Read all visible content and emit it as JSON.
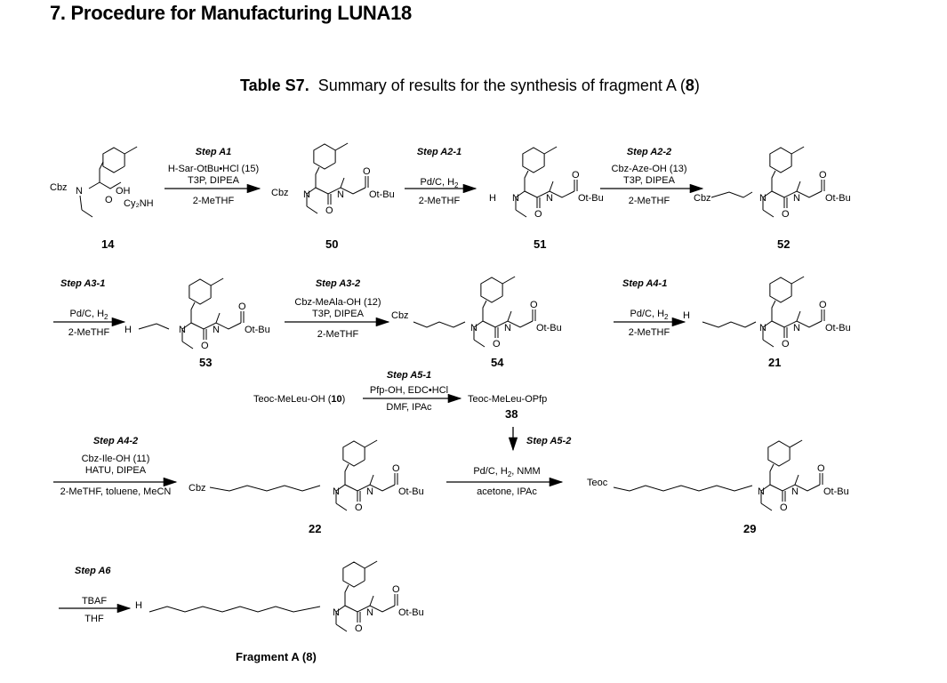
{
  "section_title": "7.  Procedure for Manufacturing LUNA18",
  "table": {
    "label": "Table S7.",
    "caption": "Summary of results for the synthesis of fragment A (",
    "caption_bold": "8",
    "caption_end": ")"
  },
  "steps": [
    {
      "id": "A1",
      "title": "Step A1",
      "reagents": [
        "H-Sar-OtBu•HCl (15)",
        "T3P, DIPEA"
      ],
      "solvent": "2-MeTHF"
    },
    {
      "id": "A2-1",
      "title": "Step A2-1",
      "reagents": [
        "Pd/C, H2"
      ],
      "solvent": "2-MeTHF"
    },
    {
      "id": "A2-2",
      "title": "Step A2-2",
      "reagents": [
        "Cbz-Aze-OH (13)",
        "T3P, DIPEA"
      ],
      "solvent": "2-MeTHF"
    },
    {
      "id": "A3-1",
      "title": "Step A3-1",
      "reagents": [
        "Pd/C, H2"
      ],
      "solvent": "2-MeTHF"
    },
    {
      "id": "A3-2",
      "title": "Step A3-2",
      "reagents": [
        "Cbz-MeAla-OH (12)",
        "T3P, DIPEA"
      ],
      "solvent": "2-MeTHF"
    },
    {
      "id": "A4-1",
      "title": "Step A4-1",
      "reagents": [
        "Pd/C, H2"
      ],
      "solvent": "2-MeTHF"
    },
    {
      "id": "A5-1",
      "title": "Step A5-1",
      "reagents": [
        "Pfp-OH, EDC•HCl"
      ],
      "solvent": "DMF, IPAc"
    },
    {
      "id": "A4-2",
      "title": "Step A4-2",
      "reagents": [
        "Cbz-Ile-OH (11)",
        "HATU, DIPEA"
      ],
      "solvent": "2-MeTHF, toluene, MeCN"
    },
    {
      "id": "A5-2",
      "title": "Step A5-2",
      "reagents": [
        "Pd/C, H2, NMM"
      ],
      "solvent": "acetone, IPAc"
    },
    {
      "id": "A6",
      "title": "Step A6",
      "reagents": [
        "TBAF"
      ],
      "solvent": "THF"
    }
  ],
  "compounds": {
    "c14": {
      "label": "14",
      "extra": "Cy2NH",
      "pg": "Cbz"
    },
    "c50": {
      "label": "50",
      "pg": "Cbz"
    },
    "c51": {
      "label": "51"
    },
    "c52": {
      "label": "52",
      "pg": "Cbz"
    },
    "c53": {
      "label": "53"
    },
    "c54": {
      "label": "54",
      "pg": "Cbz"
    },
    "c21": {
      "label": "21"
    },
    "c22": {
      "label": "22",
      "pg": "Cbz"
    },
    "c29": {
      "label": "29",
      "pg": "Teoc"
    },
    "c38": {
      "label": "38",
      "name": "Teoc-MeLeu-OPfp"
    },
    "c10": {
      "name": "Teoc-MeLeu-OH (",
      "num": "10",
      "end": ")"
    },
    "frag": {
      "name": "Fragment A (",
      "num": "8",
      "end": ")"
    }
  },
  "atoms": {
    "ester": "Ot-Bu",
    "n": "N",
    "h": "H",
    "o": "O",
    "oh": "OH",
    "nh": "NH"
  }
}
